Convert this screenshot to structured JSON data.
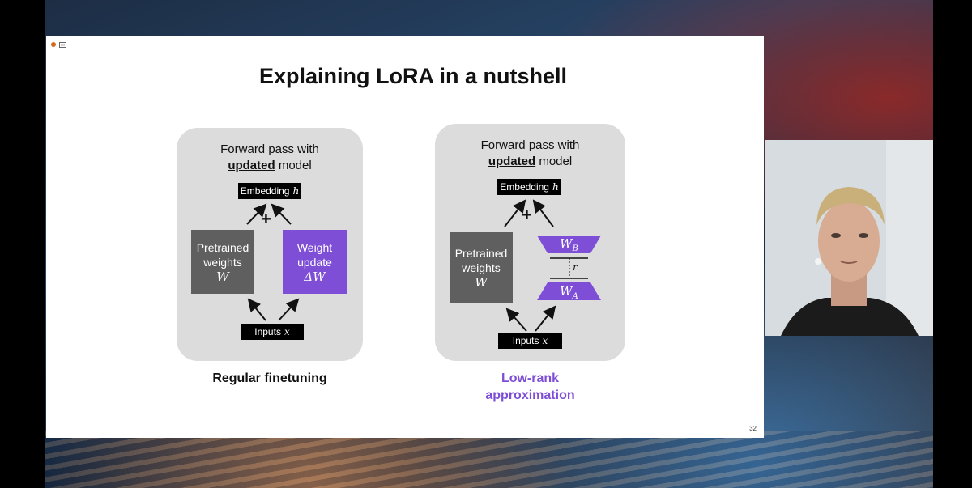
{
  "slide": {
    "title": "Explaining LoRA in a nutshell",
    "page_number": "32"
  },
  "left_panel": {
    "head_line1": "Forward pass with",
    "head_bold": "updated",
    "head_rest": " model",
    "embedding_label": "Embedding",
    "embedding_symbol": "h",
    "plus": "+",
    "pretrained_line1": "Pretrained",
    "pretrained_line2": "weights",
    "pretrained_symbol": "W",
    "update_line1": "Weight",
    "update_line2": "update",
    "update_symbol": "ΔW",
    "inputs_label": "Inputs",
    "inputs_symbol": "x",
    "caption": "Regular finetuning"
  },
  "right_panel": {
    "head_line1": "Forward pass with",
    "head_bold": "updated",
    "head_rest": " model",
    "embedding_label": "Embedding",
    "embedding_symbol": "h",
    "plus": "+",
    "pretrained_line1": "Pretrained",
    "pretrained_line2": "weights",
    "pretrained_symbol": "W",
    "wb_symbol": "W",
    "wb_sub": "B",
    "wa_symbol": "W",
    "wa_sub": "A",
    "rank_symbol": "r",
    "inputs_label": "Inputs",
    "inputs_symbol": "x",
    "caption_line1": "Low-rank",
    "caption_line2": "approximation"
  },
  "colors": {
    "purple": "#7e4fd6",
    "gray_block": "#5f5f5f",
    "panel": "#dcdcdc"
  }
}
